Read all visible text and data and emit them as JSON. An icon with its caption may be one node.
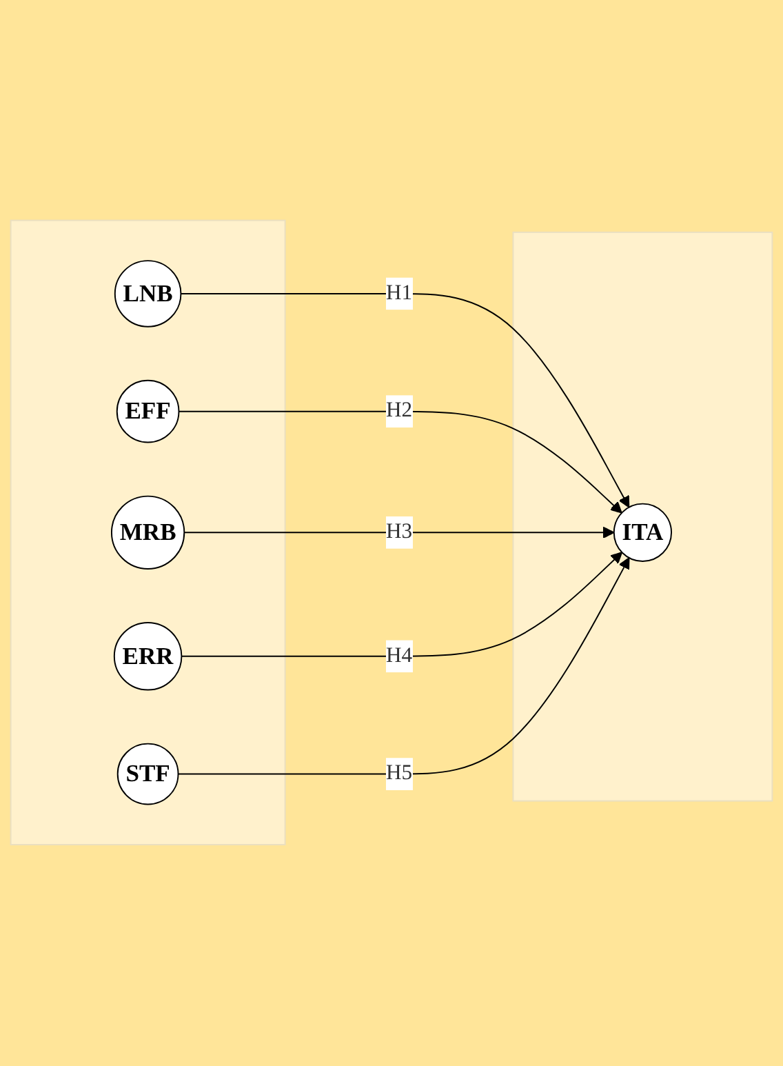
{
  "diagram": {
    "nodes": [
      {
        "text": [],
        "shape": "band"
      },
      {
        "text": [
          "LNB"
        ],
        "in": 0
      },
      {
        "text": [
          "EFF"
        ],
        "in": 0
      },
      {
        "text": [
          "MRB"
        ],
        "in": 0
      },
      {
        "text": [
          "ERR"
        ],
        "in": 0
      },
      {
        "text": [
          "STF"
        ],
        "in": 0
      },
      {
        "text": [],
        "shape": "band"
      },
      {
        "text": [
          "ITA"
        ],
        "in": 6
      }
    ],
    "edges": [
      {
        "from": 1,
        "to": 7,
        "arrow": "to",
        "label": "H1"
      },
      {
        "from": 2,
        "to": 7,
        "arrow": "to",
        "label": "H2"
      },
      {
        "from": 3,
        "to": 7,
        "arrow": "to",
        "label": "H3"
      },
      {
        "from": 4,
        "to": 7,
        "arrow": "to",
        "label": "H4"
      },
      {
        "from": 5,
        "to": 7,
        "arrow": "to",
        "label": "H5"
      }
    ]
  }
}
